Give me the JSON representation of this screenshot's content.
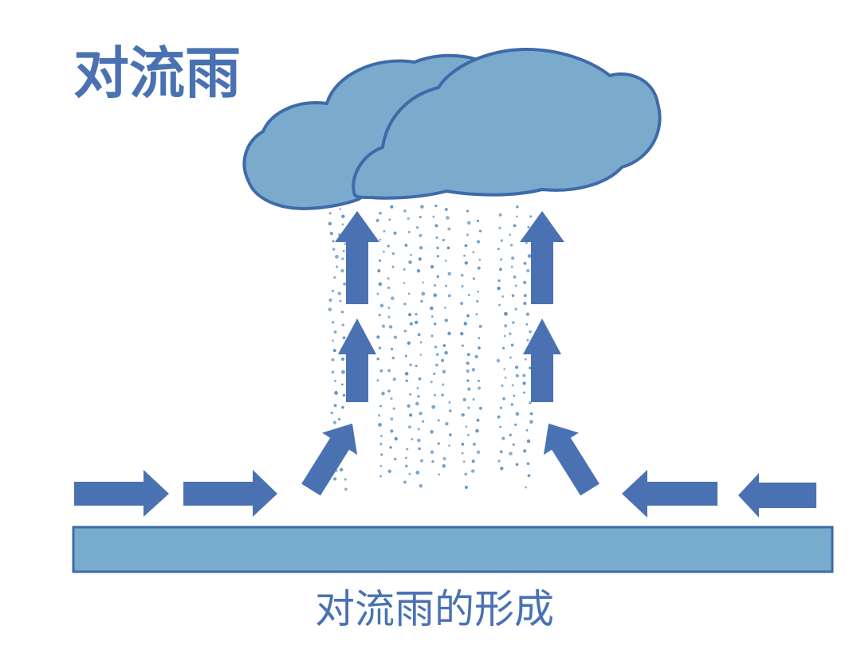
{
  "title": "对流雨",
  "caption": "对流雨的形成",
  "colors": {
    "cloud_fill": "#7aabcd",
    "cloud_stroke": "#3f6aaa",
    "arrow_fill": "#4a72b2",
    "rain_drop": "#5f95c3",
    "ground_fill": "#78accf",
    "ground_stroke": "#3f6aaa",
    "text": "#4a72b2",
    "background": "#ffffff"
  },
  "elements": {
    "cloud": "cloud-icon",
    "rain": "rain-drops",
    "ground": "ground-surface",
    "arrows": {
      "inflow_left": "right-arrow-icon",
      "inflow_right": "left-arrow-icon",
      "rising": "up-arrow-icon",
      "diagonal_left": "up-right-arrow-icon",
      "diagonal_right": "up-left-arrow-icon"
    }
  }
}
